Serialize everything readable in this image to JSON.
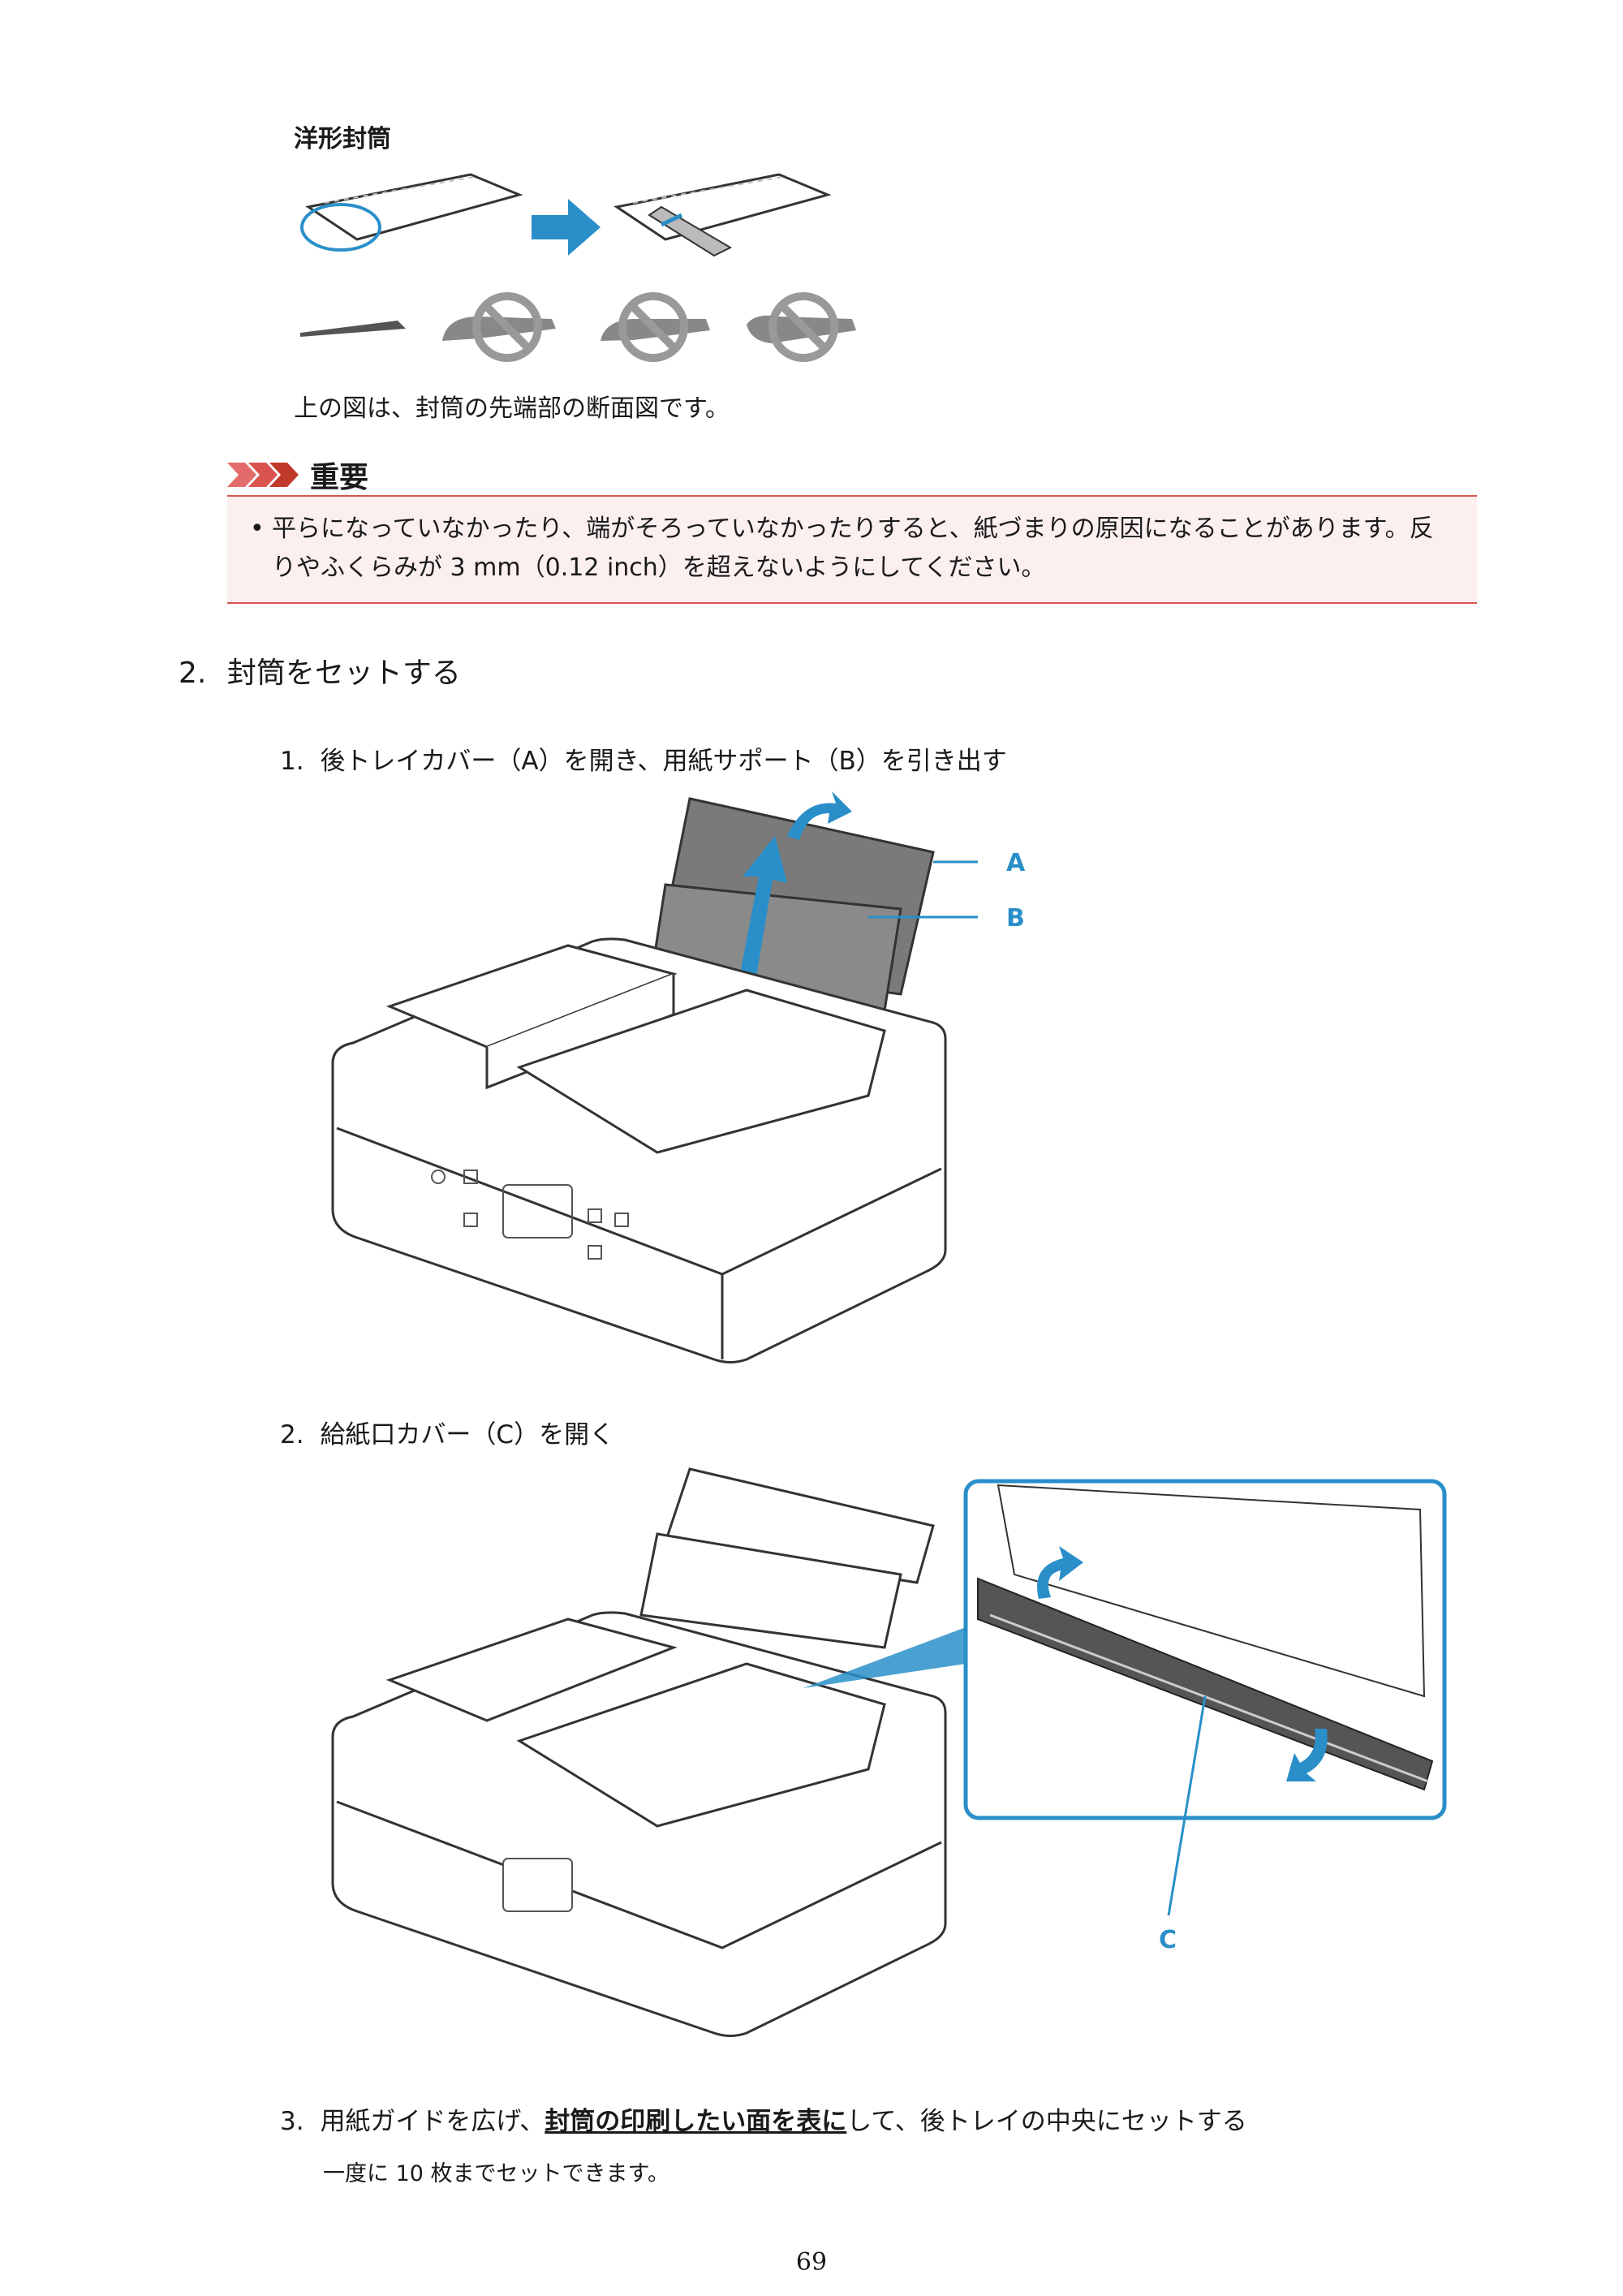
{
  "envelope_section": {
    "title": "洋形封筒",
    "caption": "上の図は、封筒の先端部の断面図です。"
  },
  "important": {
    "title": "重要",
    "items": [
      "平らになっていなかったり、端がそろっていなかったりすると、紙づまりの原因になることがあります。反りやふくらみが 3 mm（0.12 inch）を超えないようにしてください。"
    ]
  },
  "step2": {
    "number": "2.",
    "title": "封筒をセットする"
  },
  "substeps": [
    {
      "number": "1.",
      "text": "後トレイカバー（A）を開き、用紙サポート（B）を引き出す"
    },
    {
      "number": "2.",
      "text": "給紙口カバー（C）を開く"
    },
    {
      "number": "3.",
      "text_before": "用紙ガイドを広げ、",
      "text_emph": "封筒の印刷したい面を表に",
      "text_after": "して、後トレイの中央にセットする"
    }
  ],
  "substep3_note": "一度に 10 枚までセットできます。",
  "figure_labels": {
    "a": "A",
    "b": "B",
    "c": "C"
  },
  "page_number": "69",
  "colors": {
    "accent_blue": "#2a8fc9",
    "important_red": "#d9534f",
    "important_bg": "#fcefef"
  }
}
